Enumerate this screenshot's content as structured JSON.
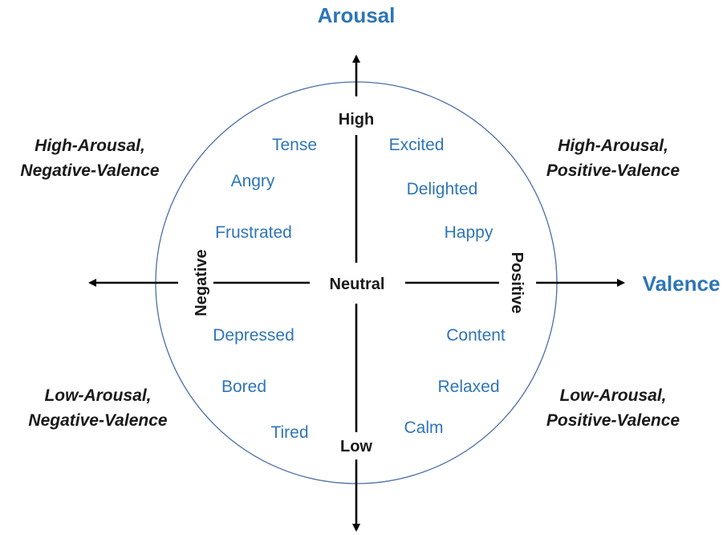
{
  "axes": {
    "vertical_title": "Arousal",
    "horizontal_title": "Valence",
    "high_label": "High",
    "low_label": "Low",
    "negative_label": "Negative",
    "positive_label": "Positive",
    "center_label": "Neutral"
  },
  "quadrants": {
    "top_left": {
      "line1": "High-Arousal,",
      "line2": "Negative-Valence"
    },
    "top_right": {
      "line1": "High-Arousal,",
      "line2": "Positive-Valence"
    },
    "bottom_left": {
      "line1": "Low-Arousal,",
      "line2": "Negative-Valence"
    },
    "bottom_right": {
      "line1": "Low-Arousal,",
      "line2": "Positive-Valence"
    }
  },
  "emotions": {
    "tense": "Tense",
    "excited": "Excited",
    "angry": "Angry",
    "delighted": "Delighted",
    "frustrated": "Frustrated",
    "happy": "Happy",
    "depressed": "Depressed",
    "content": "Content",
    "bored": "Bored",
    "relaxed": "Relaxed",
    "tired": "Tired",
    "calm": "Calm"
  },
  "colors": {
    "accent": "#2E75B6",
    "axis": "#000000",
    "circle": "#4A6FA5",
    "text_dark": "#1a1a1a"
  }
}
